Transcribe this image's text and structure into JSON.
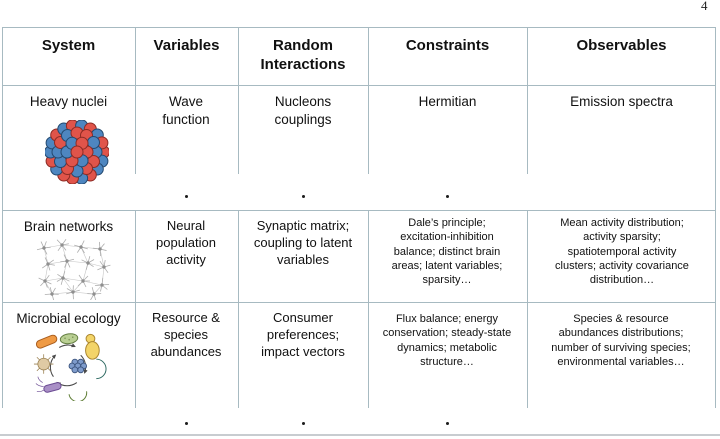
{
  "page": {
    "number": "4"
  },
  "table": {
    "headers": [
      "System",
      "Variables",
      "Random\nInteractions",
      "Constraints",
      "Observables"
    ],
    "rows": [
      {
        "system": "Heavy nuclei",
        "icon": "nucleus-icon",
        "variables": "Wave function",
        "random_interactions": "Nucleons couplings",
        "constraints": "Hermitian",
        "observables": "Emission spectra"
      },
      {
        "system": "Brain networks",
        "icon": "neural-network-icon",
        "variables": "Neural population activity",
        "random_interactions": "Synaptic matrix; coupling to latent variables",
        "constraints": "Dale’s principle; excitation-inhibition balance; distinct brain areas; latent variables; sparsity…",
        "observables": "Mean activity distribution; activity sparsity; spatiotemporal activity clusters; activity covariance distribution…"
      },
      {
        "system": "Microbial ecology",
        "icon": "microbial-cycle-icon",
        "variables": "Resource & species abundances",
        "random_interactions": "Consumer preferences; impact vectors",
        "constraints": "Flux balance; energy conservation; steady-state dynamics; metabolic structure…",
        "observables": "Species & resource abundances distributions; number of surviving species; environmental variables…"
      }
    ],
    "continuation_dot": ".",
    "colors": {
      "border": "#a7bac1",
      "bottom_rule": "#c8ccd0",
      "text": "#111111",
      "proton_red": "#e0544a",
      "neutron_blue": "#4e86c0"
    }
  }
}
